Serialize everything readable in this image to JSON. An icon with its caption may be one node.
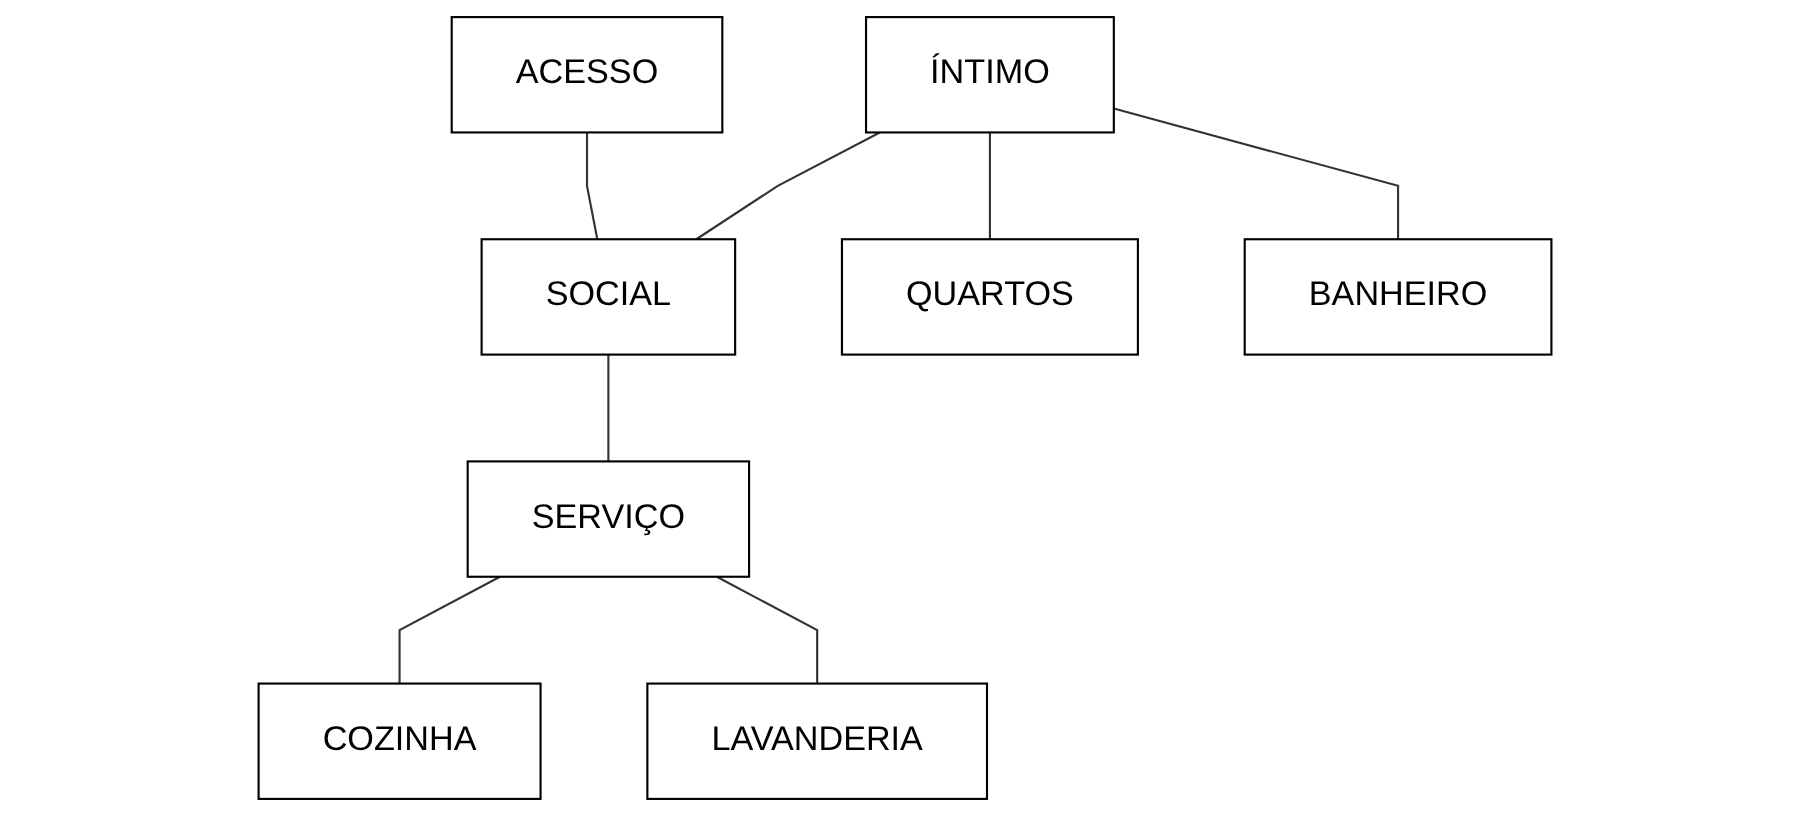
{
  "diagram": {
    "nodes": [
      {
        "text": [
          "ACESSO"
        ]
      },
      {
        "text": [
          "ÍNTIMO"
        ]
      },
      {
        "text": [
          "SOCIAL"
        ]
      },
      {
        "text": [
          "SERVIÇO"
        ]
      },
      {
        "text": [
          "QUARTOS"
        ]
      },
      {
        "text": [
          "BANHEIRO"
        ]
      },
      {
        "text": [
          "COZINHA"
        ]
      },
      {
        "text": [
          "LAVANDERIA"
        ]
      }
    ],
    "edges": [
      {
        "from": 0,
        "to": 2,
        "arrow": "none"
      },
      {
        "from": 1,
        "to": 2,
        "arrow": "none"
      },
      {
        "from": 2,
        "to": 3,
        "arrow": "none"
      },
      {
        "from": 1,
        "to": 4,
        "arrow": "none"
      },
      {
        "from": 1,
        "to": 5,
        "arrow": "none"
      },
      {
        "from": 3,
        "to": 6,
        "arrow": "none"
      },
      {
        "from": 3,
        "to": 7,
        "arrow": "none"
      }
    ]
  }
}
